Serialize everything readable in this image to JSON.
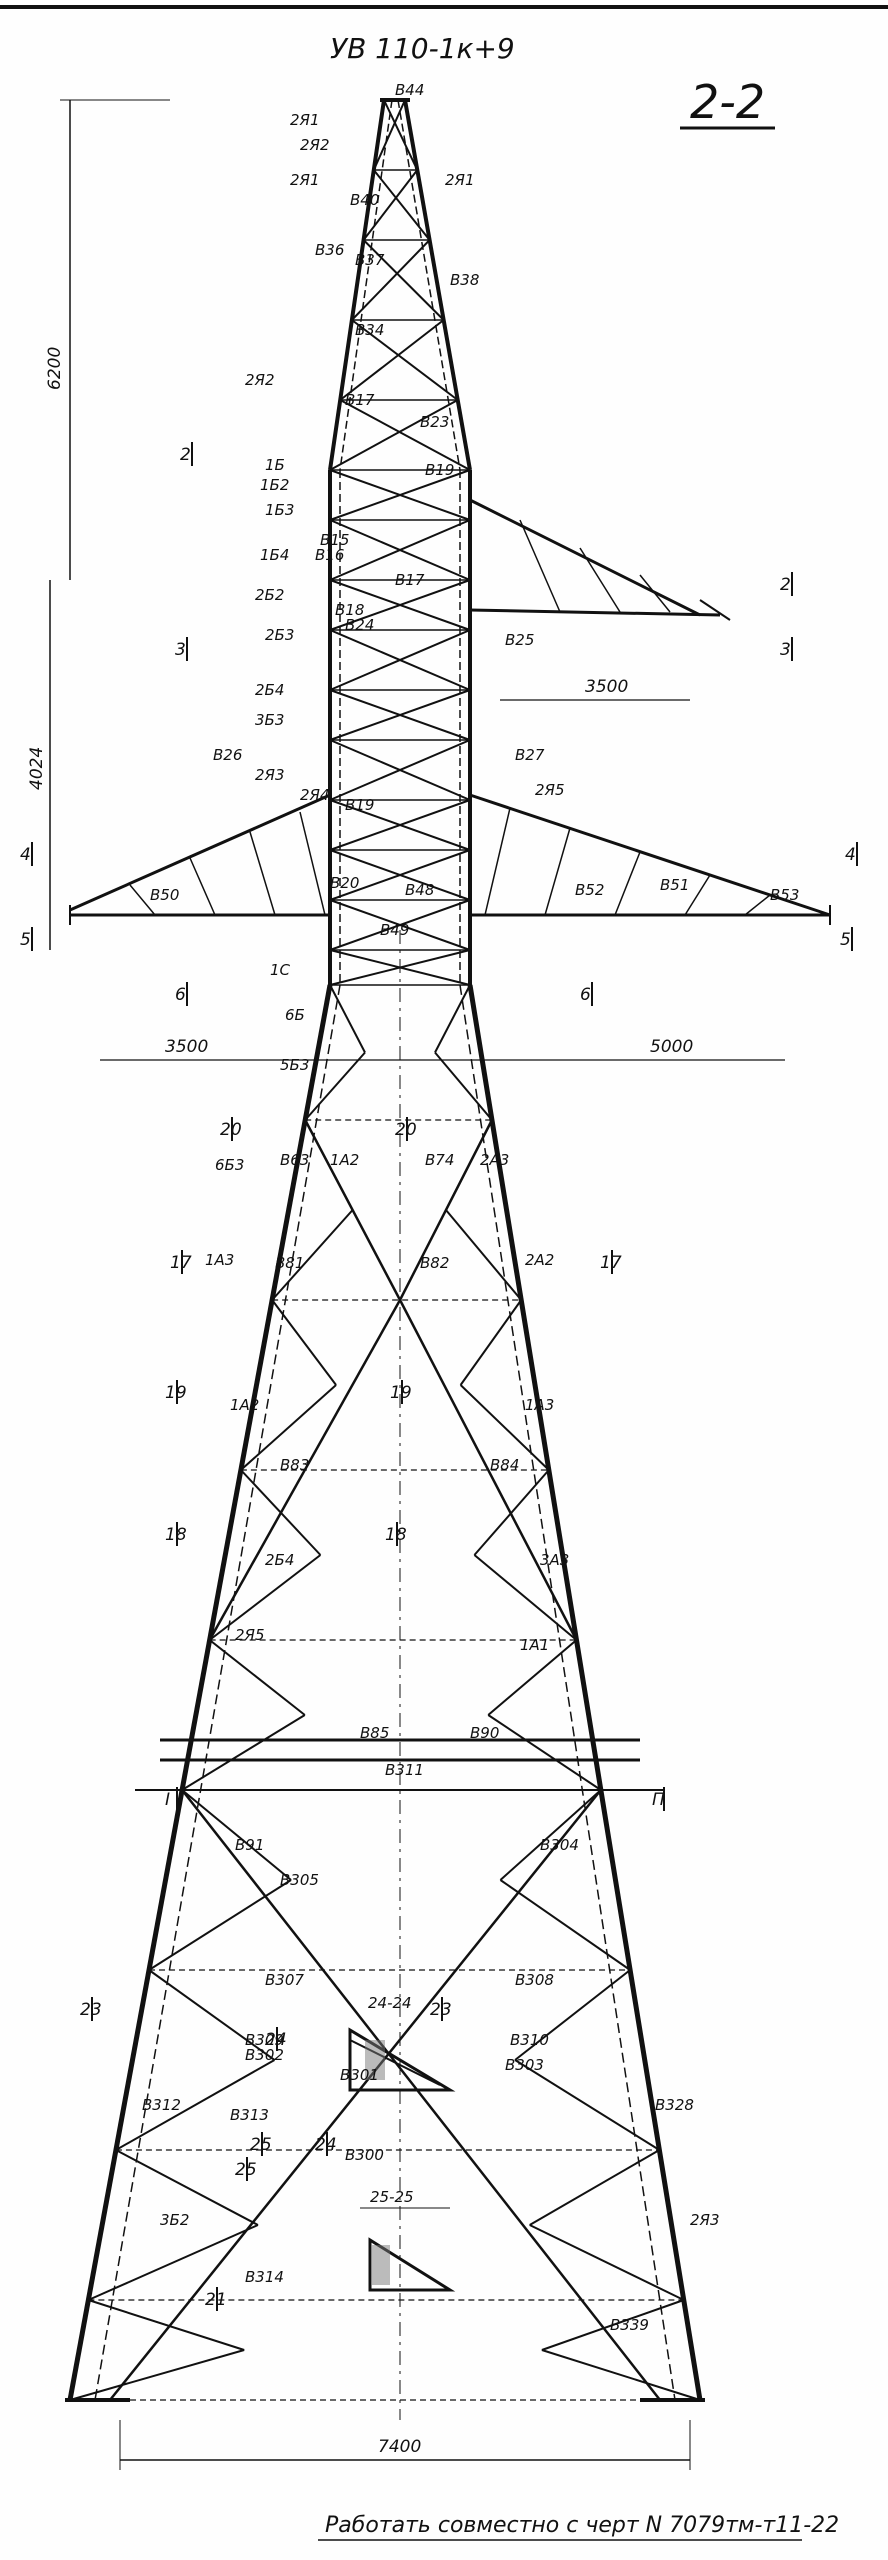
{
  "header": {
    "title": "УВ 110-1к+9",
    "section": "2-2"
  },
  "footer": {
    "note": "Работать совместно с черт N 7079тм-т11-22"
  },
  "dimensions": {
    "height_top": "6200",
    "height_mid": "4024",
    "arm_right_upper": "3500",
    "arm_left_lower": "3500",
    "arm_right_lower": "5000",
    "base_width": "7400"
  },
  "section_marks": [
    "2",
    "3",
    "4",
    "5",
    "6",
    "20",
    "17",
    "19",
    "18",
    "23",
    "24",
    "25",
    "21",
    "П",
    "I",
    "2",
    "3",
    "4",
    "5",
    "6",
    "20",
    "17",
    "19",
    "18",
    "23",
    "24",
    "25"
  ],
  "subsections": {
    "s24": "24-24",
    "s25": "25-25"
  },
  "member_labels": [
    "В44",
    "В40",
    "В37",
    "В36",
    "В38",
    "В34",
    "В17",
    "В23",
    "В19",
    "В15",
    "В16",
    "В17",
    "В18",
    "В24",
    "В25",
    "В26",
    "В27",
    "В19",
    "В20",
    "В48",
    "В49",
    "В50",
    "В51",
    "В52",
    "В53",
    "В63",
    "В74",
    "В81",
    "В82",
    "В83",
    "В84",
    "В85",
    "В90",
    "В91",
    "В304",
    "В305",
    "В307",
    "В308",
    "В309",
    "В310",
    "В311",
    "В312",
    "В328",
    "В300",
    "В301",
    "В302",
    "В303",
    "В313",
    "В314",
    "В339"
  ],
  "part_labels": [
    "2Я1",
    "2Я2",
    "2Я1",
    "2Я1",
    "2Я2",
    "1Б",
    "1Б2",
    "1Б3",
    "1Б4",
    "2Б2",
    "2Б3",
    "2Б4",
    "3Б3",
    "2Я3",
    "2Я4",
    "2Я5",
    "1С",
    "6Б",
    "5Б3",
    "6Б3",
    "1А3",
    "1А2",
    "2А3",
    "2А2",
    "1А2",
    "1А3",
    "2Б4",
    "3А3",
    "3Б2",
    "2Я3",
    "2Я5",
    "1А1"
  ]
}
